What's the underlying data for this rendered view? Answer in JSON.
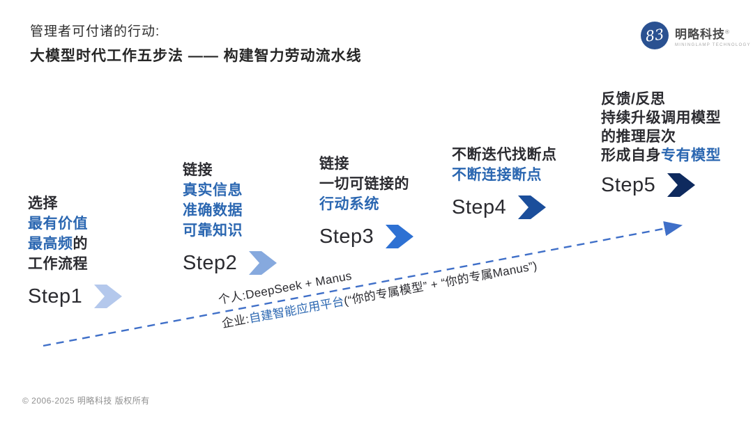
{
  "header": {
    "title_line1": "管理者可付诸的行动:",
    "title_line2": "大模型时代工作五步法 —— 构建智力劳动流水线"
  },
  "logo": {
    "mark": "83",
    "mark_color": "#2a5191",
    "name": "明略科技",
    "registered": "®",
    "subtitle": "MININGLAMP TECHNOLOGY"
  },
  "steps": [
    {
      "label": "Step1",
      "chevron_color": "#b4c8ec",
      "lines": [
        [
          {
            "text": "选择",
            "color": "dark"
          }
        ],
        [
          {
            "text": "最有价值",
            "color": "blue"
          }
        ],
        [
          {
            "text": "最高频",
            "color": "blue"
          },
          {
            "text": "的",
            "color": "dark"
          }
        ],
        [
          {
            "text": "工作流程",
            "color": "dark"
          }
        ]
      ]
    },
    {
      "label": "Step2",
      "chevron_color": "#86a9de",
      "lines": [
        [
          {
            "text": "链接",
            "color": "dark"
          }
        ],
        [
          {
            "text": "真实信息",
            "color": "blue"
          }
        ],
        [
          {
            "text": "准确数据",
            "color": "blue"
          }
        ],
        [
          {
            "text": "可靠知识",
            "color": "blue"
          }
        ]
      ]
    },
    {
      "label": "Step3",
      "chevron_color": "#2e71d3",
      "lines": [
        [
          {
            "text": "链接",
            "color": "dark"
          }
        ],
        [
          {
            "text": "一切可链接的",
            "color": "dark"
          }
        ],
        [
          {
            "text": "行动系统",
            "color": "blue"
          }
        ]
      ]
    },
    {
      "label": "Step4",
      "chevron_color": "#1b4e9b",
      "lines": [
        [
          {
            "text": "不断迭代找断点",
            "color": "dark"
          }
        ],
        [
          {
            "text": "不断连接断点",
            "color": "blue"
          }
        ]
      ]
    },
    {
      "label": "Step5",
      "chevron_color": "#0e2a5e",
      "lines": [
        [
          {
            "text": "反馈/反思",
            "color": "dark"
          }
        ],
        [
          {
            "text": "持续升级调用模型",
            "color": "dark"
          }
        ],
        [
          {
            "text": "的推理层次",
            "color": "dark"
          }
        ],
        [
          {
            "text": "形成自身",
            "color": "dark"
          },
          {
            "text": "专有模型",
            "color": "blue"
          }
        ]
      ]
    }
  ],
  "arrow_notes": {
    "line1": [
      {
        "text": "个人:DeepSeek + Manus",
        "color": "dark"
      }
    ],
    "line2": [
      {
        "text": "企业:",
        "color": "dark"
      },
      {
        "text": "自建智能应用平台",
        "color": "blue"
      },
      {
        "text": "(“你的专属模型” + “你的专属Manus”)",
        "color": "dark"
      }
    ]
  },
  "footer": {
    "copyright": "© 2006-2025 明略科技 版权所有"
  },
  "colors": {
    "text_dark": "#2b2b30",
    "accent_blue": "#2b67b1",
    "arrow_dash": "#3f6fc8"
  }
}
